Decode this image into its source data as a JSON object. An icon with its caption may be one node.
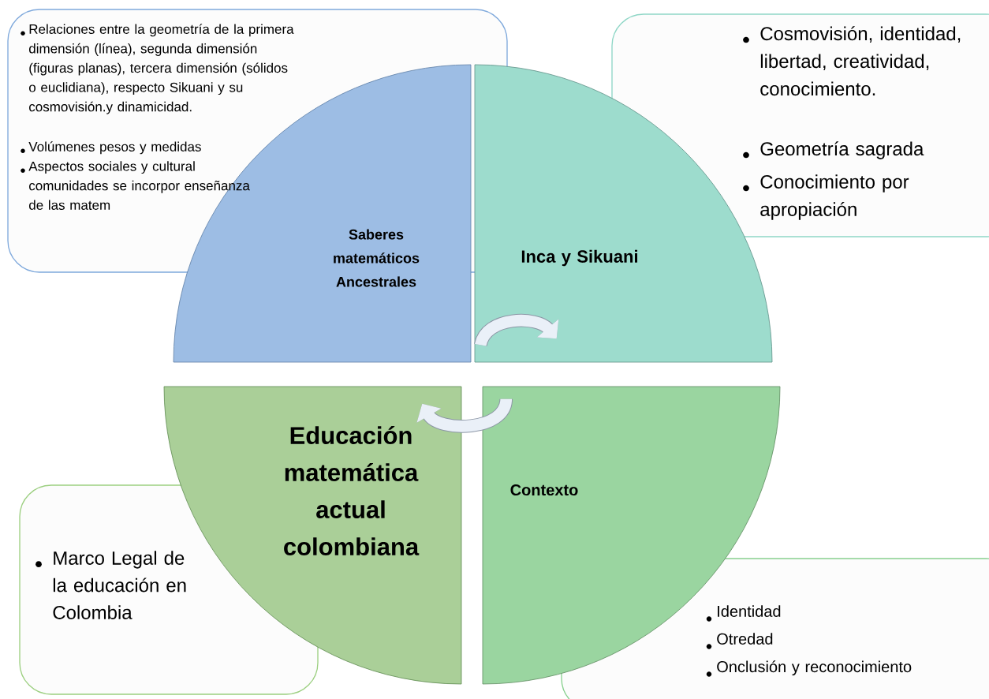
{
  "diagram": {
    "nodes": [
      {
        "text": [
          "Relaciones entre la geometría de la primera dimensión (línea), segunda dimensión (figuras planas), tercera dimensión (sólidos o euclidiana), respecto Sikuani y su cosmovisión.y dinamicidad.",
          "Volúmenes pesos y medidas",
          "Aspectos sociales y cultural comunidades se incorpor enseñanza de las matem"
        ]
      },
      {
        "text": [
          "Cosmovisión, identidad, libertad, creatividad, conocimiento.",
          "Geometría sagrada",
          "Conocimiento por apropiación"
        ]
      },
      {
        "text": [
          "Saberes matemáticos Ancestrales"
        ]
      },
      {
        "text": [
          "Inca y Sikuani"
        ]
      },
      {
        "text": [
          "Educación matemática actual colombiana"
        ]
      },
      {
        "text": [
          "Contexto"
        ]
      },
      {
        "text": [
          "Marco Legal de la educación en Colombia"
        ]
      },
      {
        "text": [
          "Identidad",
          "Otredad",
          "Onclusión y reconocimiento"
        ]
      }
    ],
    "edges": [
      {
        "from": 2,
        "to": 3,
        "arrow": "to"
      },
      {
        "from": 5,
        "to": 4,
        "arrow": "to"
      }
    ]
  }
}
